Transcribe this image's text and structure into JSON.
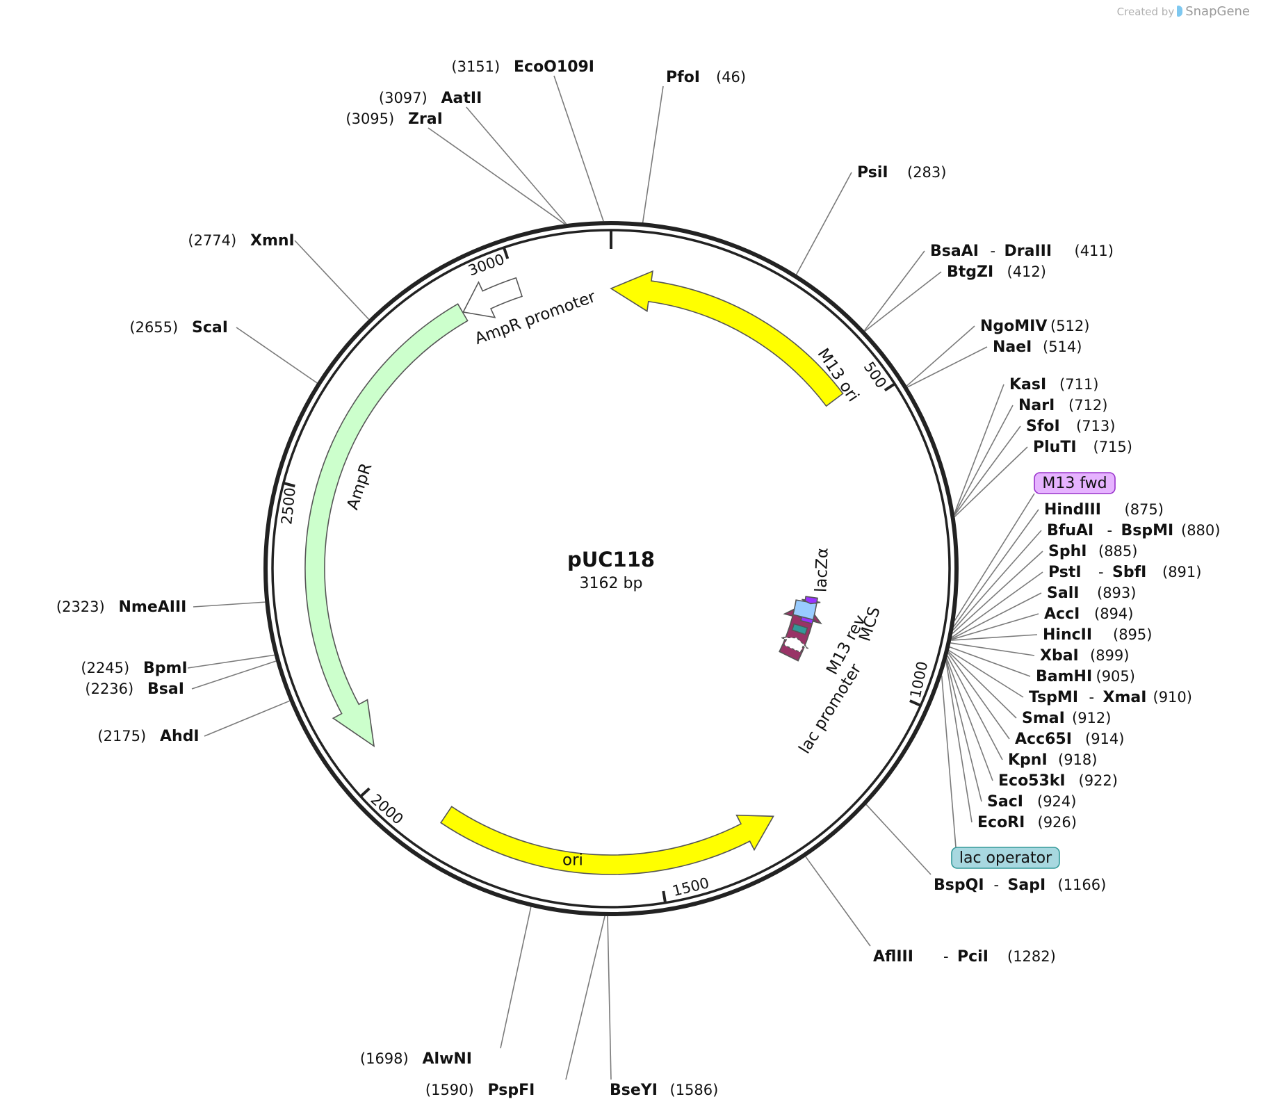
{
  "credit": {
    "prefix": "Created by",
    "brand": "SnapGene",
    "logo_icon": "snapgene-logo-icon"
  },
  "plasmid": {
    "name": "pUC118",
    "length_label": "3162 bp",
    "length_bp": 3162
  },
  "ticks": [
    {
      "bp": 500,
      "label": "500"
    },
    {
      "bp": 1000,
      "label": "1000"
    },
    {
      "bp": 1500,
      "label": "1500"
    },
    {
      "bp": 2000,
      "label": "2000"
    },
    {
      "bp": 2500,
      "label": "2500"
    },
    {
      "bp": 3000,
      "label": "3000"
    }
  ],
  "features": [
    {
      "id": "m13-ori",
      "label": "M13 ori",
      "start": 465,
      "end": 0,
      "direction": "reverse",
      "color": "#ffff00"
    },
    {
      "id": "lacza",
      "label": "lacZα",
      "start": 1021,
      "end": 879,
      "direction": "reverse",
      "color": "#993366",
      "label_color": "#ffffff"
    },
    {
      "id": "ampr",
      "label": "AmpR",
      "start": 2898,
      "end": 2048,
      "direction": "reverse",
      "color": "#ccffcc"
    },
    {
      "id": "ampr-promoter",
      "label": "AmpR promoter",
      "start": 3003,
      "end": 2899,
      "direction": "reverse",
      "color": "#ffffff"
    },
    {
      "id": "ori",
      "label": "ori",
      "start": 1878,
      "end": 1289,
      "direction": "reverse",
      "color": "#ffff00"
    },
    {
      "id": "m13-rev",
      "label": "M13 rev",
      "start": 917,
      "end": 934,
      "direction": "reverse",
      "color": "#9933ff"
    },
    {
      "id": "mcs",
      "label": "MCS",
      "start": 870,
      "end": 930,
      "direction": "none",
      "color": "#99ccff"
    },
    {
      "id": "m13-fwd-feature",
      "label": "",
      "start": 855,
      "end": 872,
      "direction": "forward",
      "color": "#9933ff"
    },
    {
      "id": "lac-operator-feature",
      "label": "",
      "start": 940,
      "end": 957,
      "direction": "none",
      "color": "#339999"
    },
    {
      "id": "lac-promoter",
      "label": "lac promoter",
      "start": 1000,
      "end": 970,
      "direction": "reverse",
      "color": "#ffffff"
    }
  ],
  "sites": [
    {
      "name": "PfoI",
      "pos": "(46)",
      "side": "right"
    },
    {
      "name": "PsiI",
      "pos": "(283)",
      "side": "right"
    },
    {
      "name": "BsaAI",
      "name2": "DraIII",
      "pos": "(411)",
      "side": "right"
    },
    {
      "name": "BtgZI",
      "pos": "(412)",
      "side": "right"
    },
    {
      "name": "NgoMIV",
      "pos": "(512)",
      "side": "right"
    },
    {
      "name": "NaeI",
      "pos": "(514)",
      "side": "right"
    },
    {
      "name": "KasI",
      "pos": "(711)",
      "side": "right"
    },
    {
      "name": "NarI",
      "pos": "(712)",
      "side": "right"
    },
    {
      "name": "SfoI",
      "pos": "(713)",
      "side": "right"
    },
    {
      "name": "PluTI",
      "pos": "(715)",
      "side": "right"
    },
    {
      "name": "HindIII",
      "pos": "(875)",
      "side": "right"
    },
    {
      "name": "BfuAI",
      "name2": "BspMI",
      "pos": "(880)",
      "side": "right"
    },
    {
      "name": "SphI",
      "pos": "(885)",
      "side": "right"
    },
    {
      "name": "PstI",
      "name2": "SbfI",
      "pos": "(891)",
      "side": "right"
    },
    {
      "name": "SalI",
      "pos": "(893)",
      "side": "right"
    },
    {
      "name": "AccI",
      "pos": "(894)",
      "side": "right"
    },
    {
      "name": "HincII",
      "pos": "(895)",
      "side": "right"
    },
    {
      "name": "XbaI",
      "pos": "(899)",
      "side": "right"
    },
    {
      "name": "BamHI",
      "pos": "(905)",
      "side": "right"
    },
    {
      "name": "TspMI",
      "name2": "XmaI",
      "pos": "(910)",
      "side": "right"
    },
    {
      "name": "SmaI",
      "pos": "(912)",
      "side": "right"
    },
    {
      "name": "Acc65I",
      "pos": "(914)",
      "side": "right"
    },
    {
      "name": "KpnI",
      "pos": "(918)",
      "side": "right"
    },
    {
      "name": "Eco53kI",
      "pos": "(922)",
      "side": "right"
    },
    {
      "name": "SacI",
      "pos": "(924)",
      "side": "right"
    },
    {
      "name": "EcoRI",
      "pos": "(926)",
      "side": "right"
    },
    {
      "name": "BspQI",
      "name2": "SapI",
      "pos": "(1166)",
      "side": "right"
    },
    {
      "name": "AflIII",
      "name2": "PciI",
      "pos": "(1282)",
      "side": "right"
    },
    {
      "name": "BseYI",
      "pos": "(1586)",
      "side": "right"
    },
    {
      "name": "PspFI",
      "pos": "(1590)",
      "side": "left"
    },
    {
      "name": "AlwNI",
      "pos": "(1698)",
      "side": "left"
    },
    {
      "name": "AhdI",
      "pos": "(2175)",
      "side": "left"
    },
    {
      "name": "BsaI",
      "pos": "(2236)",
      "side": "left"
    },
    {
      "name": "BpmI",
      "pos": "(2245)",
      "side": "left"
    },
    {
      "name": "NmeAIII",
      "pos": "(2323)",
      "side": "left"
    },
    {
      "name": "ScaI",
      "pos": "(2655)",
      "side": "left"
    },
    {
      "name": "XmnI",
      "pos": "(2774)",
      "side": "left"
    },
    {
      "name": "ZraI",
      "pos": "(3095)",
      "side": "left"
    },
    {
      "name": "AatII",
      "pos": "(3097)",
      "side": "left"
    },
    {
      "name": "EcoO109I",
      "pos": "(3151)",
      "side": "left"
    }
  ],
  "primer_boxes": [
    {
      "id": "m13-fwd",
      "label": "M13 fwd",
      "fill": "#e6b3ff",
      "stroke": "#9933cc"
    },
    {
      "id": "lac-operator",
      "label": "lac operator",
      "fill": "#a8d8e0",
      "stroke": "#339999"
    }
  ]
}
